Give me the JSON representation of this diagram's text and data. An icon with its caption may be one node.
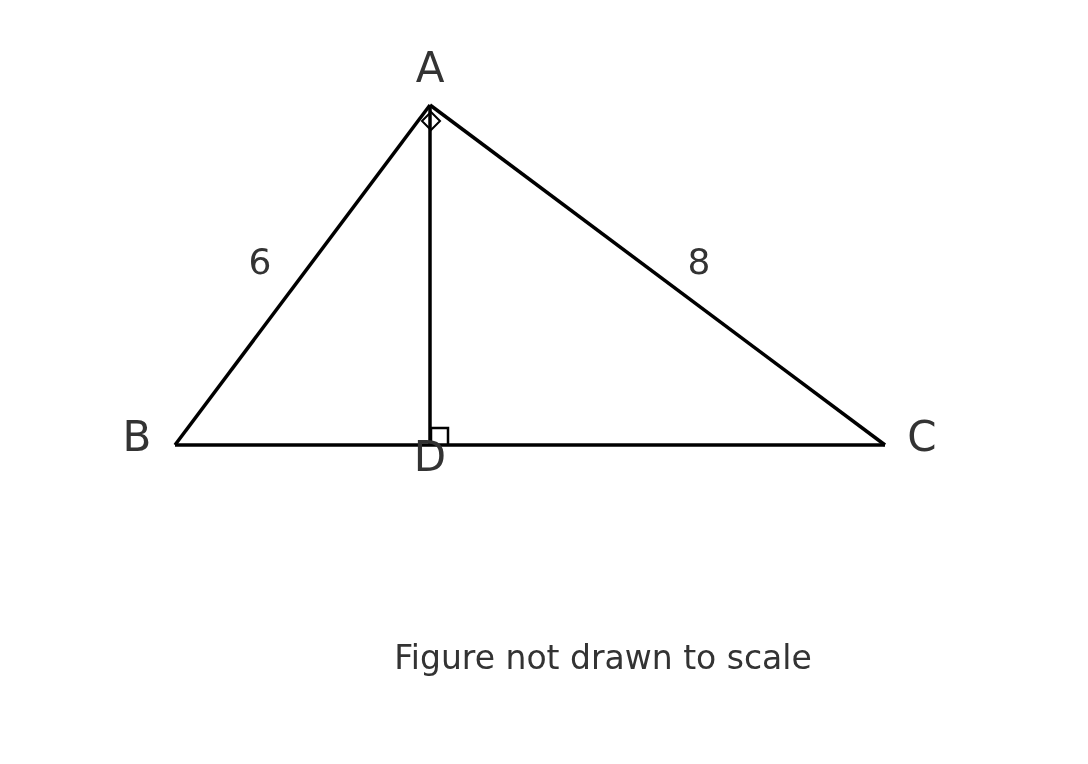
{
  "diagram": {
    "caption": "Figure not drawn to scale",
    "nodes": [
      {
        "text": [
          "A"
        ]
      },
      {
        "text": [
          "B"
        ]
      },
      {
        "text": [
          "C"
        ]
      },
      {
        "text": [
          "D"
        ]
      }
    ],
    "edges": [
      {
        "from": 0,
        "to": 1,
        "arrow": "none",
        "label": "6"
      },
      {
        "from": 0,
        "to": 2,
        "arrow": "none",
        "label": "8"
      },
      {
        "from": 0,
        "to": 3,
        "arrow": "none"
      },
      {
        "from": 1,
        "to": 3,
        "arrow": "none"
      },
      {
        "from": 3,
        "to": 2,
        "arrow": "none"
      }
    ]
  }
}
